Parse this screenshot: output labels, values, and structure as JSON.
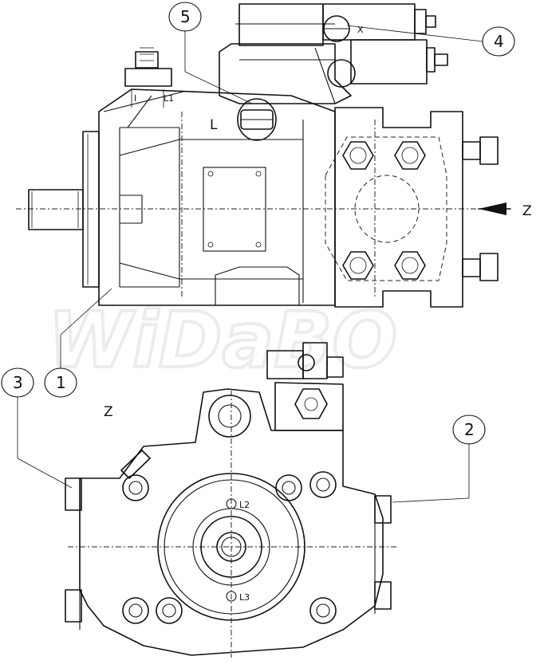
{
  "watermark": "WiDaBO",
  "callouts": {
    "c1": "1",
    "c2": "2",
    "c3": "3",
    "c4": "4",
    "c5": "5"
  },
  "labels": {
    "port_l": "L",
    "port_l1": "L1",
    "port_l2": "L2",
    "port_l3": "L3",
    "view_arrow": "Z",
    "view_title": "Z",
    "mark_x": "X"
  }
}
